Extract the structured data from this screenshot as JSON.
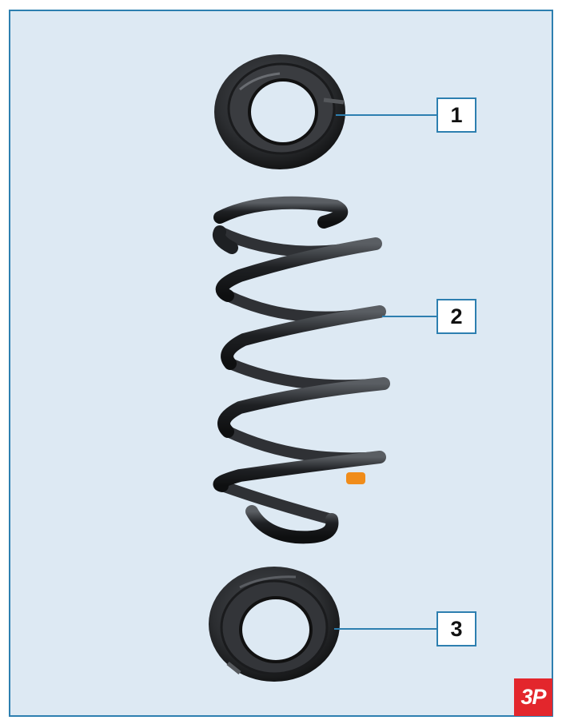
{
  "figure": {
    "callouts": [
      {
        "label": "1",
        "part": "upper-spring-insulator"
      },
      {
        "label": "2",
        "part": "coil-spring"
      },
      {
        "label": "3",
        "part": "lower-spring-insulator"
      }
    ],
    "logo_text": "3P",
    "colors": {
      "frame_border": "#2d7fb0",
      "background": "#dde9f3",
      "rubber": "#2b2d30",
      "spring": "#1e2023",
      "paint_mark": "#f08c1a",
      "logo_bg": "#e3262c"
    }
  }
}
